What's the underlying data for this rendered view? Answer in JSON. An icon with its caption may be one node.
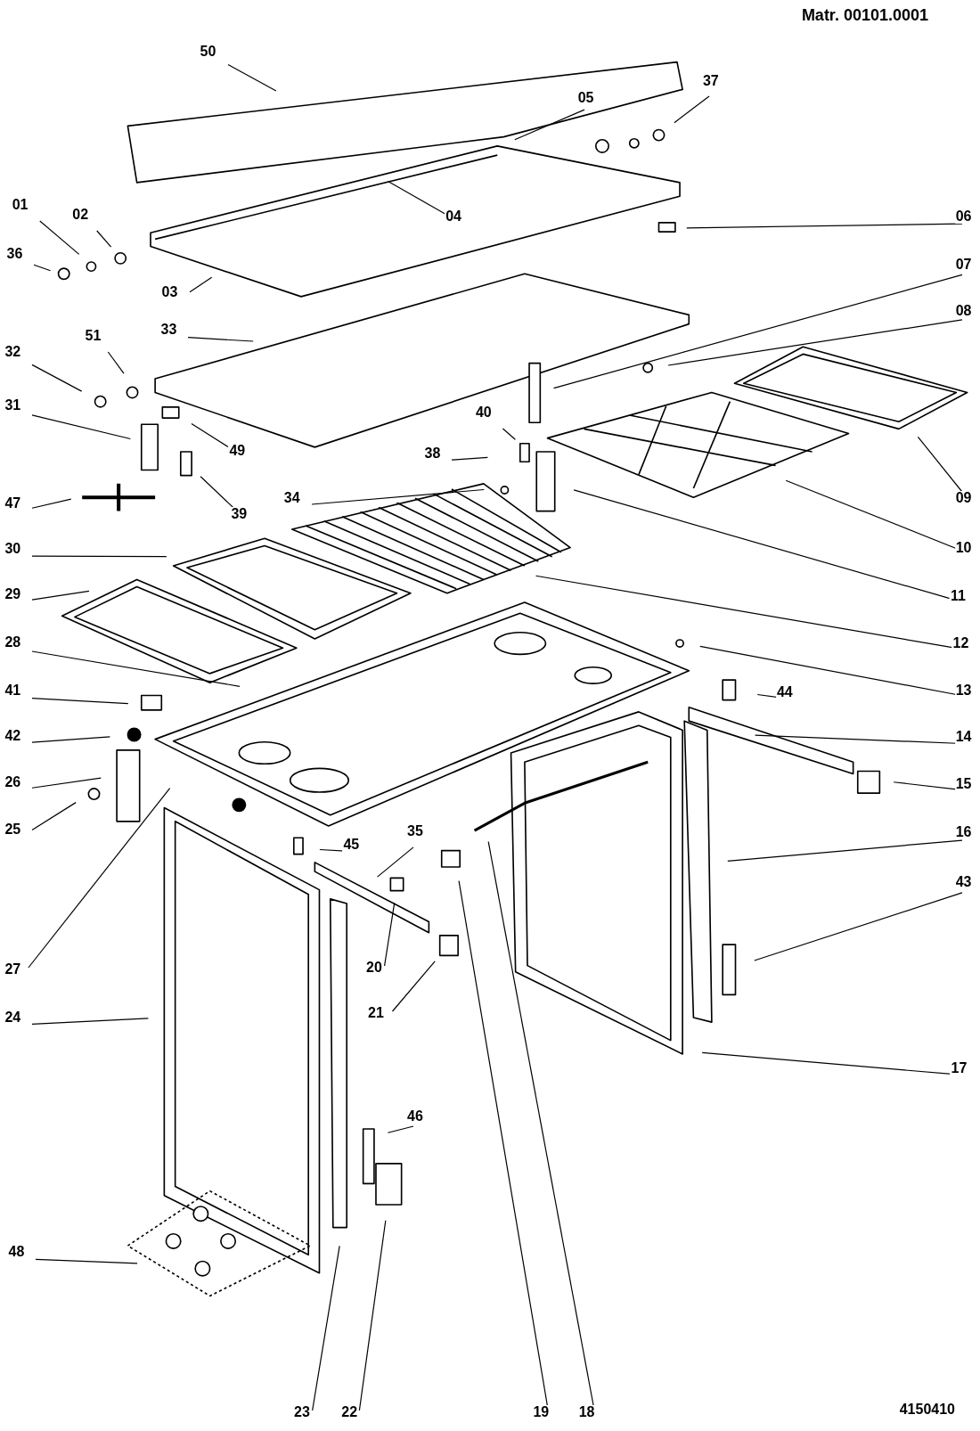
{
  "diagram": {
    "nodes": [
      {
        "text": [
          "50"
        ]
      },
      {
        "text": [
          "05"
        ]
      },
      {
        "text": [
          "37"
        ]
      },
      {
        "text": [
          "04"
        ]
      },
      {
        "text": [
          "01"
        ]
      },
      {
        "text": [
          "02"
        ]
      },
      {
        "text": [
          "06"
        ]
      },
      {
        "text": [
          "36"
        ]
      },
      {
        "text": [
          "03"
        ]
      },
      {
        "text": [
          "07"
        ]
      },
      {
        "text": [
          "08"
        ]
      },
      {
        "text": [
          "33"
        ]
      },
      {
        "text": [
          "51"
        ]
      },
      {
        "text": [
          "32"
        ]
      },
      {
        "text": [
          "31"
        ]
      },
      {
        "text": [
          "49"
        ]
      },
      {
        "text": [
          "40"
        ]
      },
      {
        "text": [
          "38"
        ]
      },
      {
        "text": [
          "34"
        ]
      },
      {
        "text": [
          "09"
        ]
      },
      {
        "text": [
          "47"
        ]
      },
      {
        "text": [
          "39"
        ]
      },
      {
        "text": [
          "30"
        ]
      },
      {
        "text": [
          "10"
        ]
      },
      {
        "text": [
          "29"
        ]
      },
      {
        "text": [
          "11"
        ]
      },
      {
        "text": [
          "28"
        ]
      },
      {
        "text": [
          "12"
        ]
      },
      {
        "text": [
          "41"
        ]
      },
      {
        "text": [
          "13"
        ]
      },
      {
        "text": [
          "44"
        ]
      },
      {
        "text": [
          "42"
        ]
      },
      {
        "text": [
          "14"
        ]
      },
      {
        "text": [
          "26"
        ]
      },
      {
        "text": [
          "15"
        ]
      },
      {
        "text": [
          "25"
        ]
      },
      {
        "text": [
          "35"
        ]
      },
      {
        "text": [
          "45"
        ]
      },
      {
        "text": [
          "16"
        ]
      },
      {
        "text": [
          "43"
        ]
      },
      {
        "text": [
          "27"
        ]
      },
      {
        "text": [
          "20"
        ]
      },
      {
        "text": [
          "21"
        ]
      },
      {
        "text": [
          "24"
        ]
      },
      {
        "text": [
          "17"
        ]
      },
      {
        "text": [
          "46"
        ]
      },
      {
        "text": [
          "48"
        ]
      },
      {
        "text": [
          "23"
        ]
      },
      {
        "text": [
          "22"
        ]
      },
      {
        "text": [
          "19"
        ]
      },
      {
        "text": [
          "18"
        ]
      }
    ],
    "edges": [
      {
        "from": 0,
        "to": null,
        "arrow": "none"
      },
      {
        "from": 1,
        "to": null,
        "arrow": "none"
      },
      {
        "from": 2,
        "to": null,
        "arrow": "none"
      },
      {
        "from": 3,
        "to": null,
        "arrow": "none"
      },
      {
        "from": 4,
        "to": null,
        "arrow": "none"
      },
      {
        "from": 5,
        "to": null,
        "arrow": "none"
      },
      {
        "from": 6,
        "to": null,
        "arrow": "none"
      },
      {
        "from": 7,
        "to": null,
        "arrow": "none"
      },
      {
        "from": 8,
        "to": null,
        "arrow": "none"
      },
      {
        "from": 9,
        "to": null,
        "arrow": "none"
      },
      {
        "from": 10,
        "to": null,
        "arrow": "none"
      },
      {
        "from": 11,
        "to": null,
        "arrow": "none"
      },
      {
        "from": 12,
        "to": null,
        "arrow": "none"
      },
      {
        "from": 13,
        "to": null,
        "arrow": "none"
      },
      {
        "from": 14,
        "to": null,
        "arrow": "none"
      },
      {
        "from": 15,
        "to": null,
        "arrow": "none"
      },
      {
        "from": 16,
        "to": null,
        "arrow": "none"
      },
      {
        "from": 17,
        "to": null,
        "arrow": "none"
      },
      {
        "from": 18,
        "to": null,
        "arrow": "none"
      },
      {
        "from": 19,
        "to": null,
        "arrow": "none"
      },
      {
        "from": 20,
        "to": null,
        "arrow": "none"
      },
      {
        "from": 21,
        "to": null,
        "arrow": "none"
      },
      {
        "from": 22,
        "to": null,
        "arrow": "none"
      },
      {
        "from": 23,
        "to": null,
        "arrow": "none"
      },
      {
        "from": 24,
        "to": null,
        "arrow": "none"
      },
      {
        "from": 25,
        "to": null,
        "arrow": "none"
      },
      {
        "from": 26,
        "to": null,
        "arrow": "none"
      },
      {
        "from": 27,
        "to": null,
        "arrow": "none"
      },
      {
        "from": 28,
        "to": null,
        "arrow": "none"
      },
      {
        "from": 29,
        "to": null,
        "arrow": "none"
      },
      {
        "from": 30,
        "to": null,
        "arrow": "none"
      },
      {
        "from": 31,
        "to": null,
        "arrow": "none"
      },
      {
        "from": 32,
        "to": null,
        "arrow": "none"
      },
      {
        "from": 33,
        "to": null,
        "arrow": "none"
      },
      {
        "from": 34,
        "to": null,
        "arrow": "none"
      },
      {
        "from": 35,
        "to": null,
        "arrow": "none"
      },
      {
        "from": 36,
        "to": null,
        "arrow": "none"
      },
      {
        "from": 37,
        "to": null,
        "arrow": "none"
      },
      {
        "from": 38,
        "to": null,
        "arrow": "none"
      },
      {
        "from": 39,
        "to": null,
        "arrow": "none"
      },
      {
        "from": 40,
        "to": null,
        "arrow": "none"
      },
      {
        "from": 41,
        "to": null,
        "arrow": "none"
      },
      {
        "from": 42,
        "to": null,
        "arrow": "none"
      },
      {
        "from": 43,
        "to": null,
        "arrow": "none"
      },
      {
        "from": 44,
        "to": null,
        "arrow": "none"
      },
      {
        "from": 45,
        "to": null,
        "arrow": "none"
      },
      {
        "from": 46,
        "to": null,
        "arrow": "none"
      },
      {
        "from": 47,
        "to": null,
        "arrow": "none"
      },
      {
        "from": 48,
        "to": null,
        "arrow": "none"
      },
      {
        "from": 49,
        "to": null,
        "arrow": "none"
      },
      {
        "from": 50,
        "to": null,
        "arrow": "none"
      }
    ],
    "labels": [
      "Matr. 00101.0001",
      "4150410"
    ]
  }
}
